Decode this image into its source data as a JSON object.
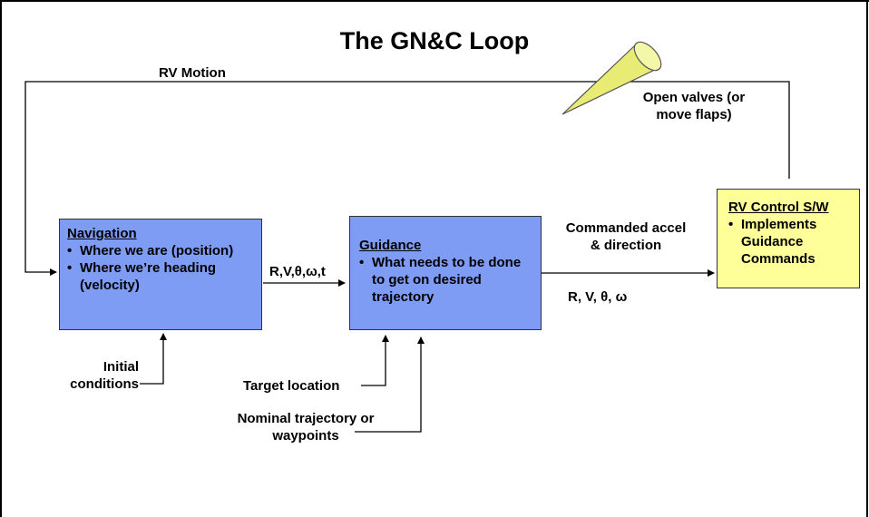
{
  "title": "The GN&C Loop",
  "colors": {
    "box_fill": "#7f9cf5",
    "control_fill": "#ffff99",
    "cone_fill": "#e8ec74",
    "line": "#000000"
  },
  "navigation": {
    "heading": "Navigation",
    "bullets": [
      "Where we are (position)",
      "Where we’re heading (velocity)"
    ]
  },
  "guidance": {
    "heading": "Guidance",
    "bullets": [
      "What needs to be done to get on desired trajectory"
    ]
  },
  "control": {
    "heading": "RV Control S/W",
    "bullets": [
      "Implements Guidance Commands"
    ]
  },
  "labels": {
    "rv_motion": "RV Motion",
    "open_valves": "Open valves (or move flaps)",
    "nav_to_guid": "R,V,θ,ω,t",
    "commanded": "Commanded accel & direction",
    "guid_state": "R, V, θ, ω",
    "initial_conditions": "Initial conditions",
    "target_location": "Target location",
    "nominal_trajectory": "Nominal trajectory or waypoints"
  },
  "icons": {
    "actuator": "cone-icon"
  }
}
